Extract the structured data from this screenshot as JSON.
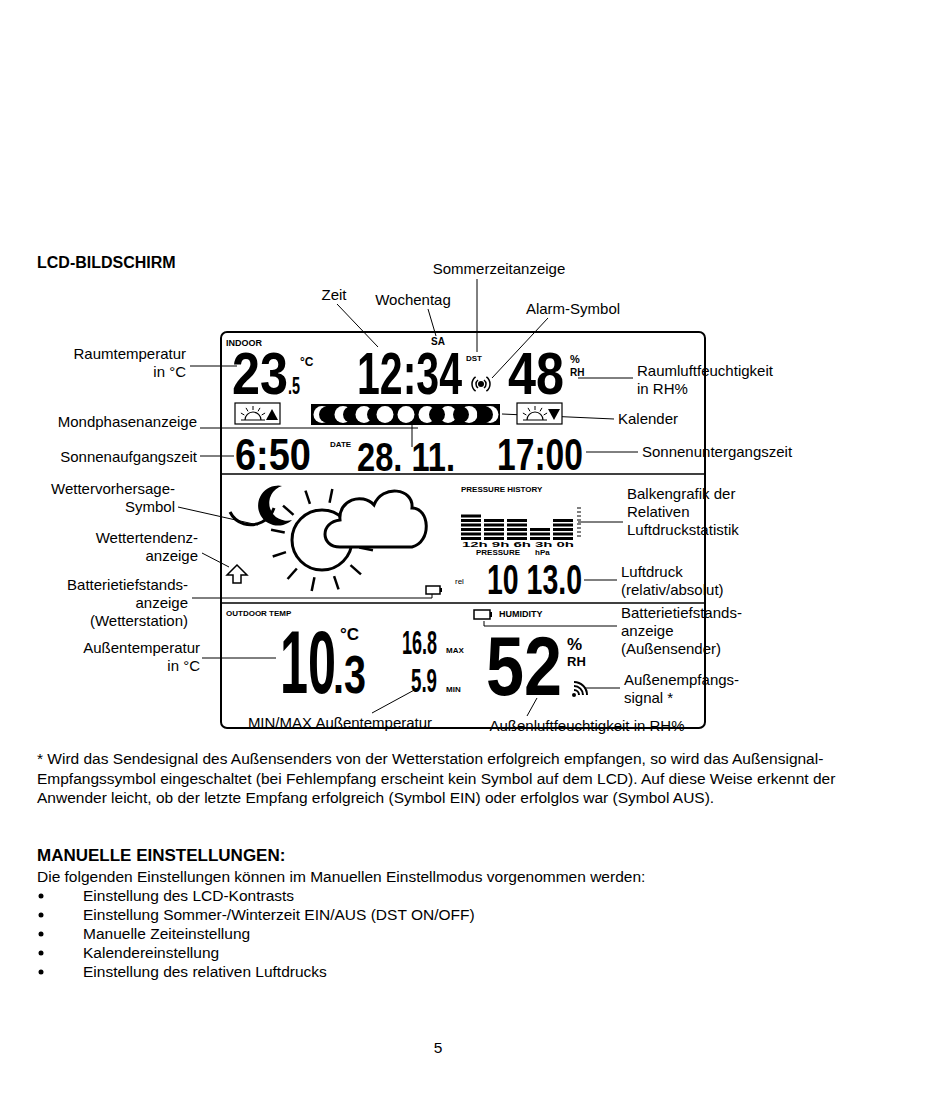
{
  "diagram": {
    "title": "LCD-BILDSCHIRM",
    "nodes": [
      {
        "text": [
          "INDOOR",
          "23",
          ".5",
          "°C",
          "SA",
          "12:34",
          "DST",
          "48",
          "%",
          "RH",
          "6:50",
          "DATE",
          "28. 11.",
          "17:00",
          "PRESSURE HISTORY",
          "12h 9h 6h 3h 0h",
          "PRESSURE",
          "hPa",
          "rel",
          "10 13.0",
          "OUTDOOR TEMP",
          "HUMIDITY",
          "10",
          ".3",
          "°C",
          "16.8",
          "MAX",
          "5.9",
          "MIN",
          "52",
          "%",
          "RH"
        ]
      }
    ],
    "labels": [
      "Sommerzeitanzeige",
      "Zeit",
      "Wochentag",
      "Alarm-Symbol",
      "Raumtemperatur in °C",
      "Raumluftfeuchtigkeit in RH%",
      "Mondphasenanzeige",
      "Kalender",
      "Sonnenaufgangszeit",
      "Sonnenuntergangszeit",
      "Wettervorhersage- Symbol",
      "Balkengrafik der Relativen Luftdruckstatistik",
      "Wettertendenz- anzeige",
      "Luftdruck (relativ/absolut)",
      "Batterietiefstands- anzeige (Wetterstation)",
      "Batterietiefstands- anzeige (Außensender)",
      "Außentemperatur in °C",
      "Außenempfangs- signal *",
      "MIN/MAX Außentemperatur",
      "Außenluftfeuchtigkeit in RH%",
      "* Wird das Sendesignal des Außensenders von der Wetterstation erfolgreich empfangen, so wird das Außensignal-Empfangssymbol eingeschaltet (bei Fehlempfang erscheint kein Symbol auf dem LCD). Auf diese Weise erkennt der Anwender leicht, ob der letzte Empfang erfolgreich (Symbol EIN) oder erfolglos war (Symbol AUS).",
      "MANUELLE EINSTELLUNGEN:",
      "Die folgenden Einstellungen können im Manuellen Einstellmodus vorgenommen werden:",
      "Einstellung des LCD-Kontrasts",
      "Einstellung Sommer-/Winterzeit EIN/AUS (DST ON/OFF)",
      "Manuelle Zeiteinstellung",
      "Kalendereinstellung",
      "Einstellung des relativen Luftdrucks",
      "5"
    ]
  }
}
